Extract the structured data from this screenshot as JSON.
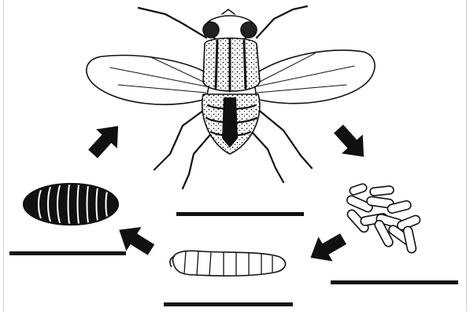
{
  "diagram": {
    "stages": [
      {
        "id": "adult",
        "label": ""
      },
      {
        "id": "eggs",
        "label": ""
      },
      {
        "id": "larva",
        "label": ""
      },
      {
        "id": "pupa",
        "label": ""
      }
    ],
    "answer_blanks": 4,
    "arrows": 4
  }
}
